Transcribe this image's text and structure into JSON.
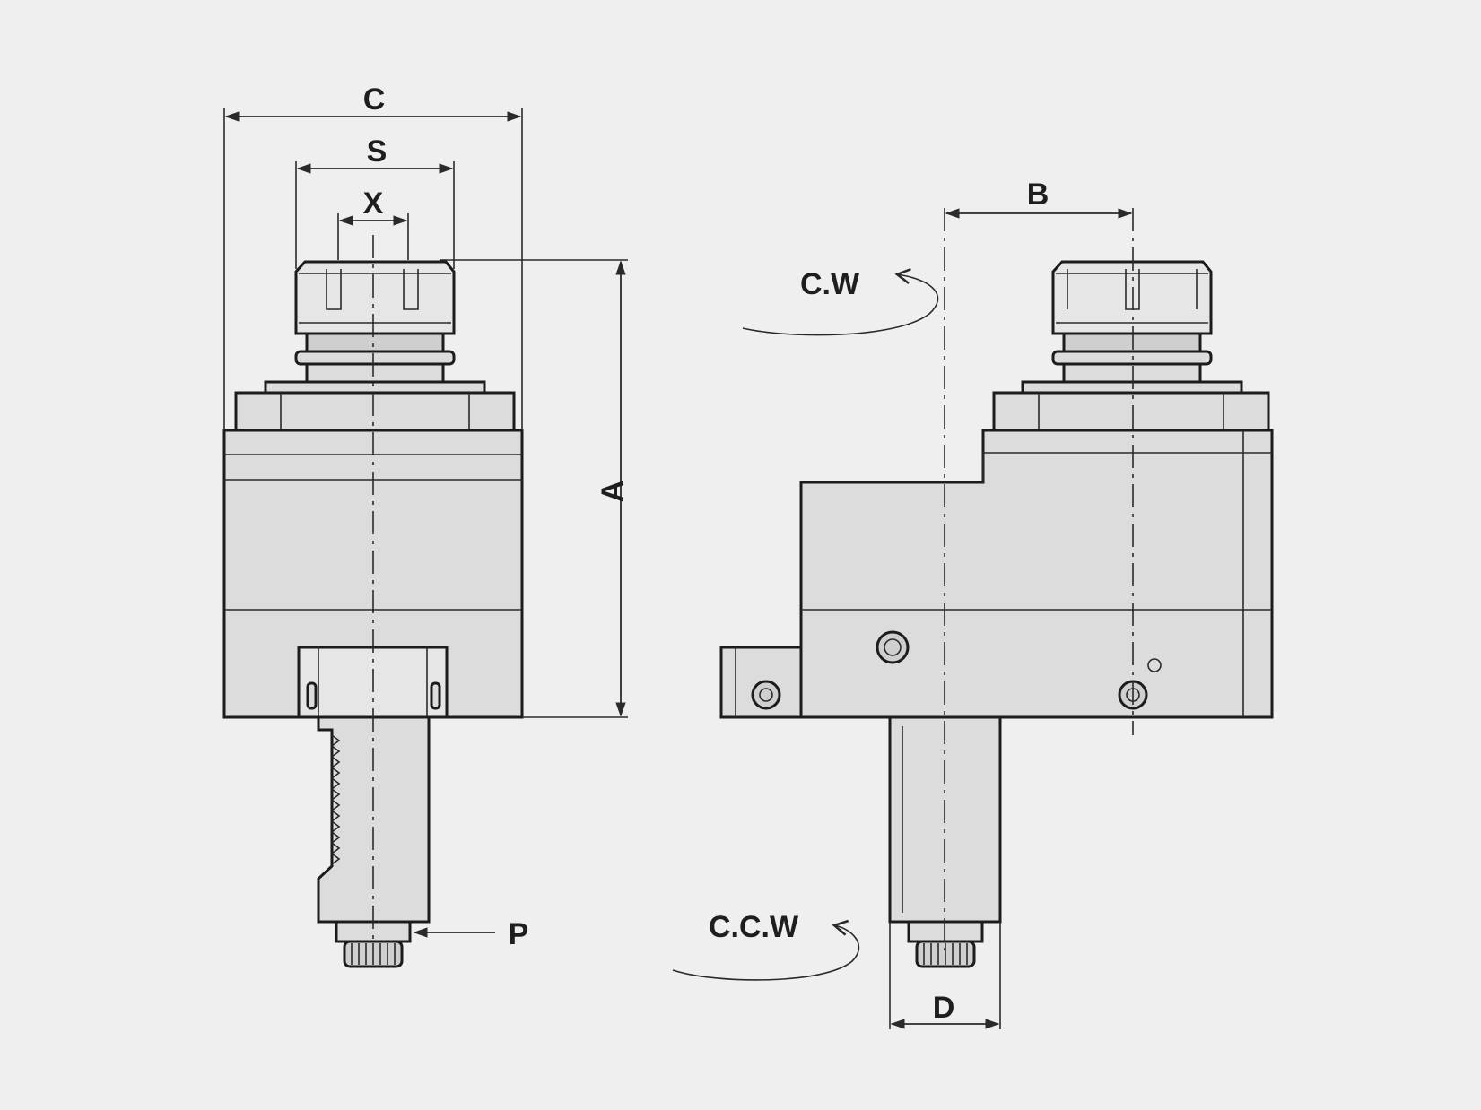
{
  "labels": {
    "dim_c": "C",
    "dim_s": "S",
    "dim_x": "X",
    "dim_a": "A",
    "dim_p": "P",
    "dim_b": "B",
    "dim_d": "D",
    "rotation_cw": "C.W",
    "rotation_ccw": "C.C.W"
  },
  "colors": {
    "background": "#efefef",
    "part_fill": "#dcdcdc",
    "outline": "#1c1c1c"
  }
}
